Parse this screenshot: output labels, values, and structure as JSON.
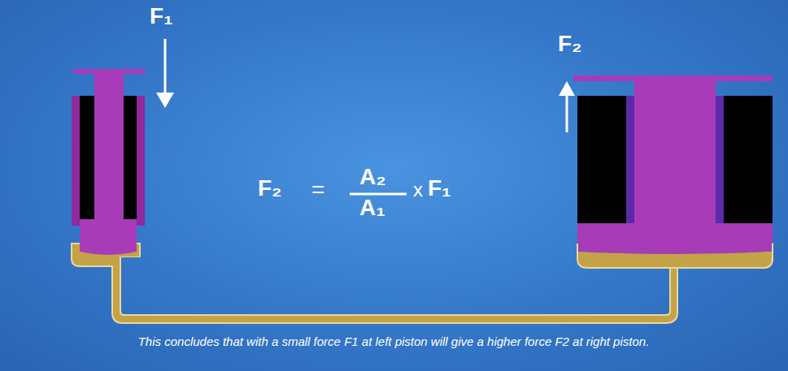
{
  "diagram": {
    "caption": "This concludes that with a small force F1 at left piston will give a higher force F2 at right piston.",
    "labels": [
      "F₁",
      "F₂",
      "F₂",
      "=",
      "A₂",
      "A₁",
      "x",
      "F₁"
    ]
  }
}
